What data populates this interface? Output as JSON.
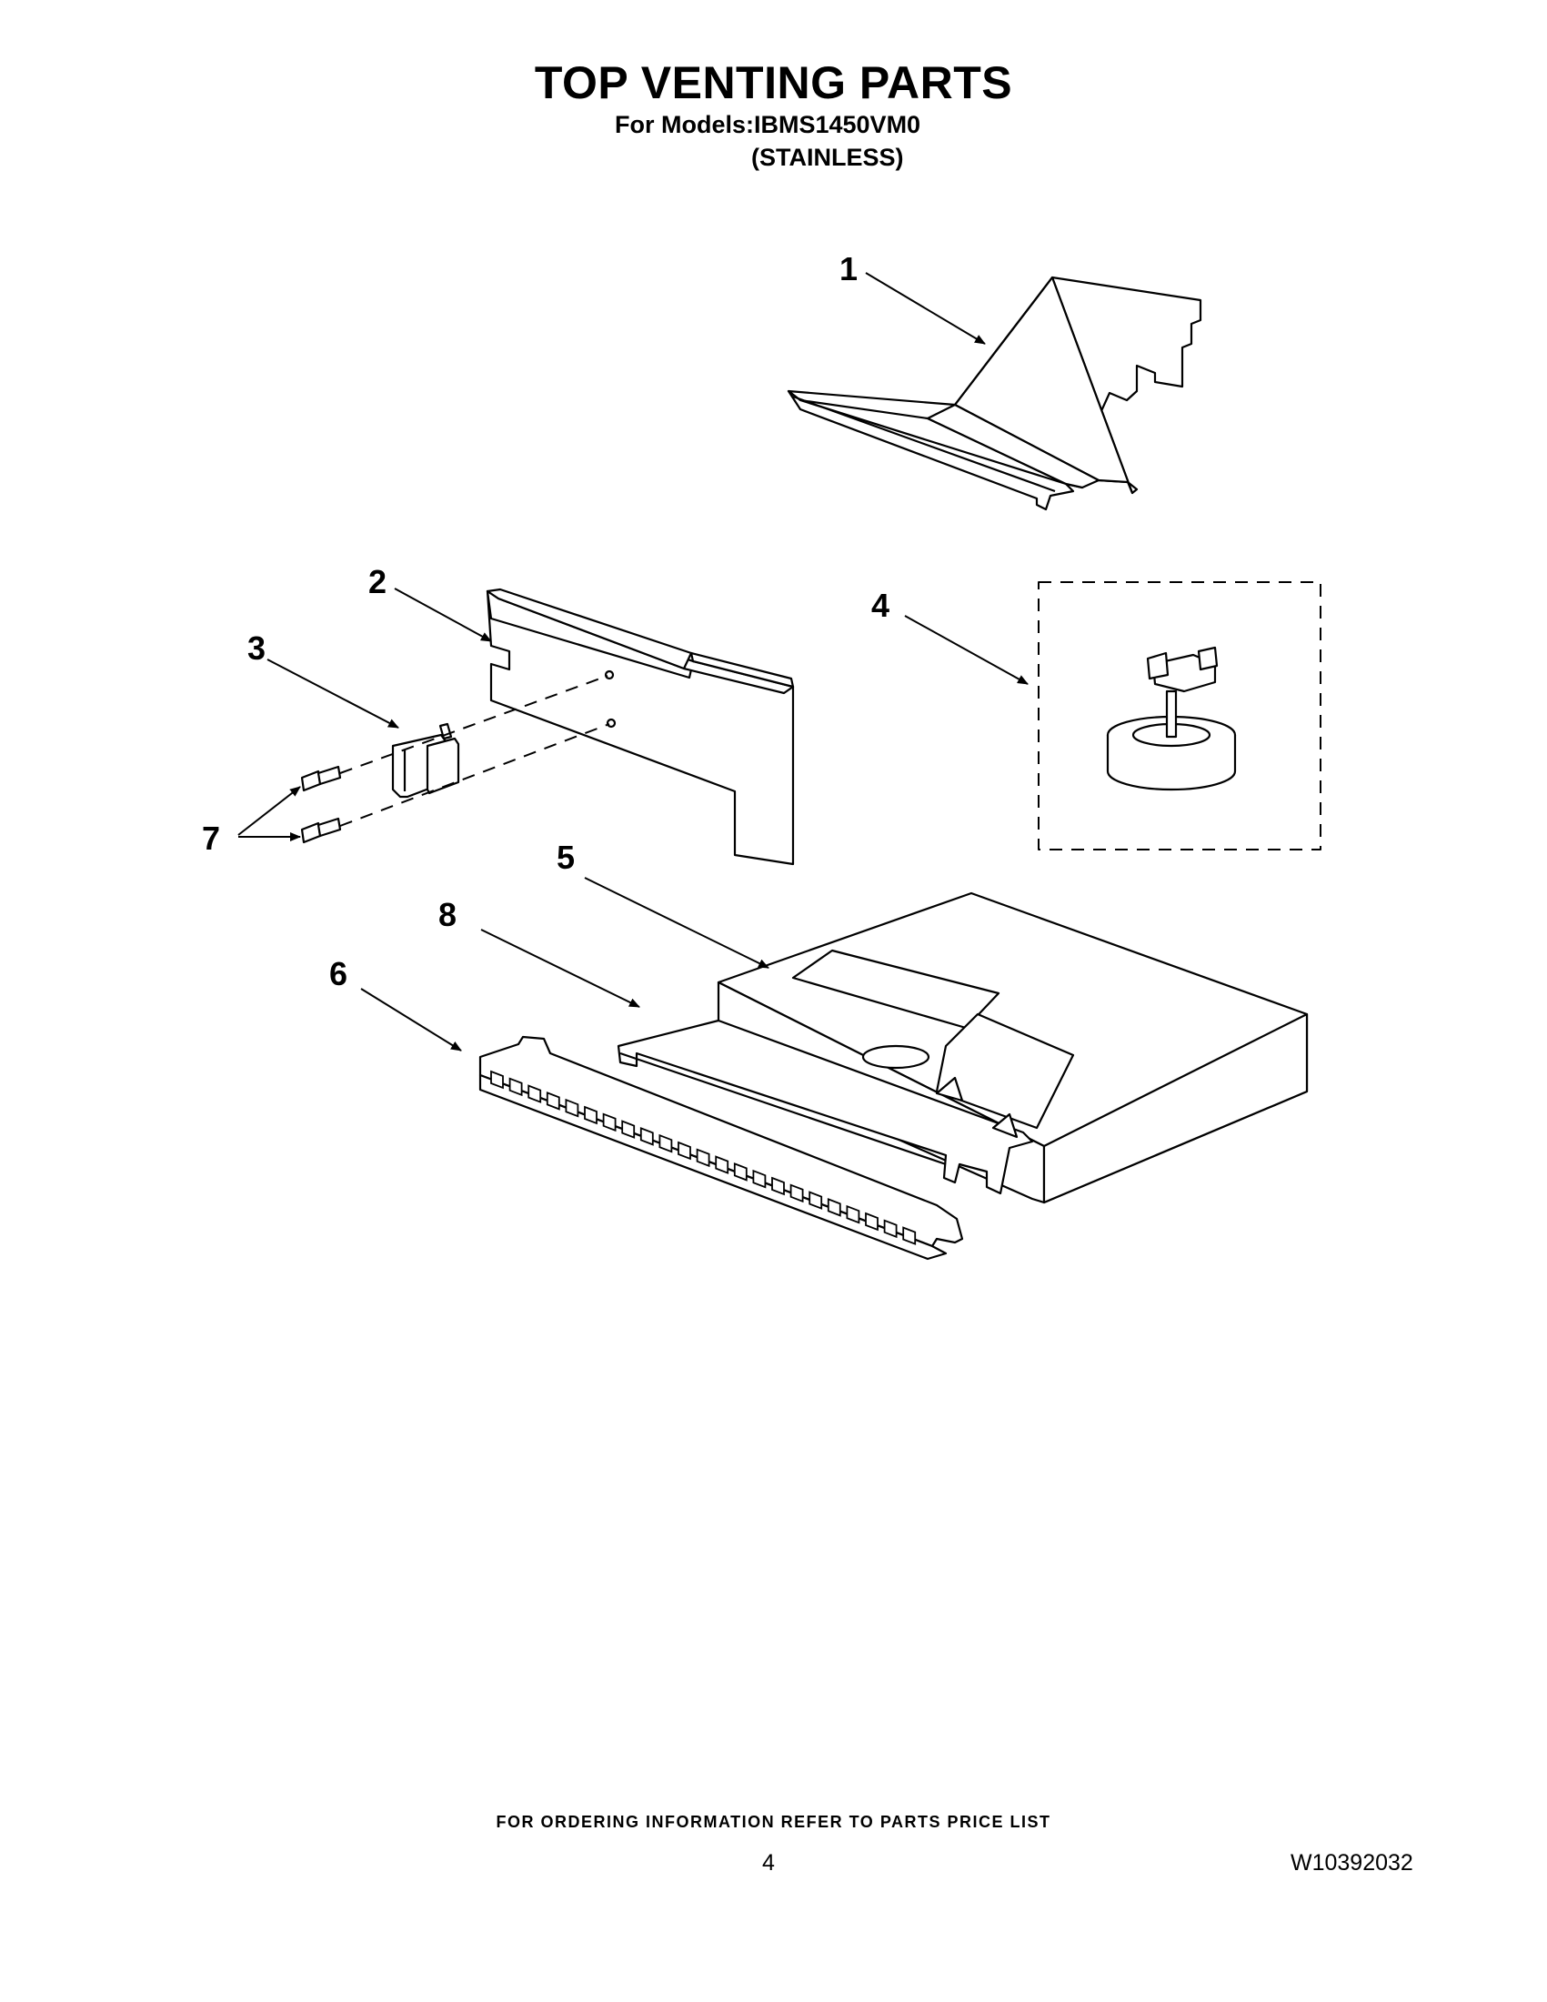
{
  "header": {
    "title": "TOP VENTING PARTS",
    "models_line": "For Models:IBMS1450VM0",
    "finish": "(STAINLESS)"
  },
  "callouts": [
    "1",
    "2",
    "3",
    "4",
    "5",
    "6",
    "7",
    "8"
  ],
  "footer": {
    "ordering_note": "FOR ORDERING INFORMATION REFER TO PARTS PRICE LIST",
    "page_number": "4",
    "document_number": "W10392032"
  }
}
